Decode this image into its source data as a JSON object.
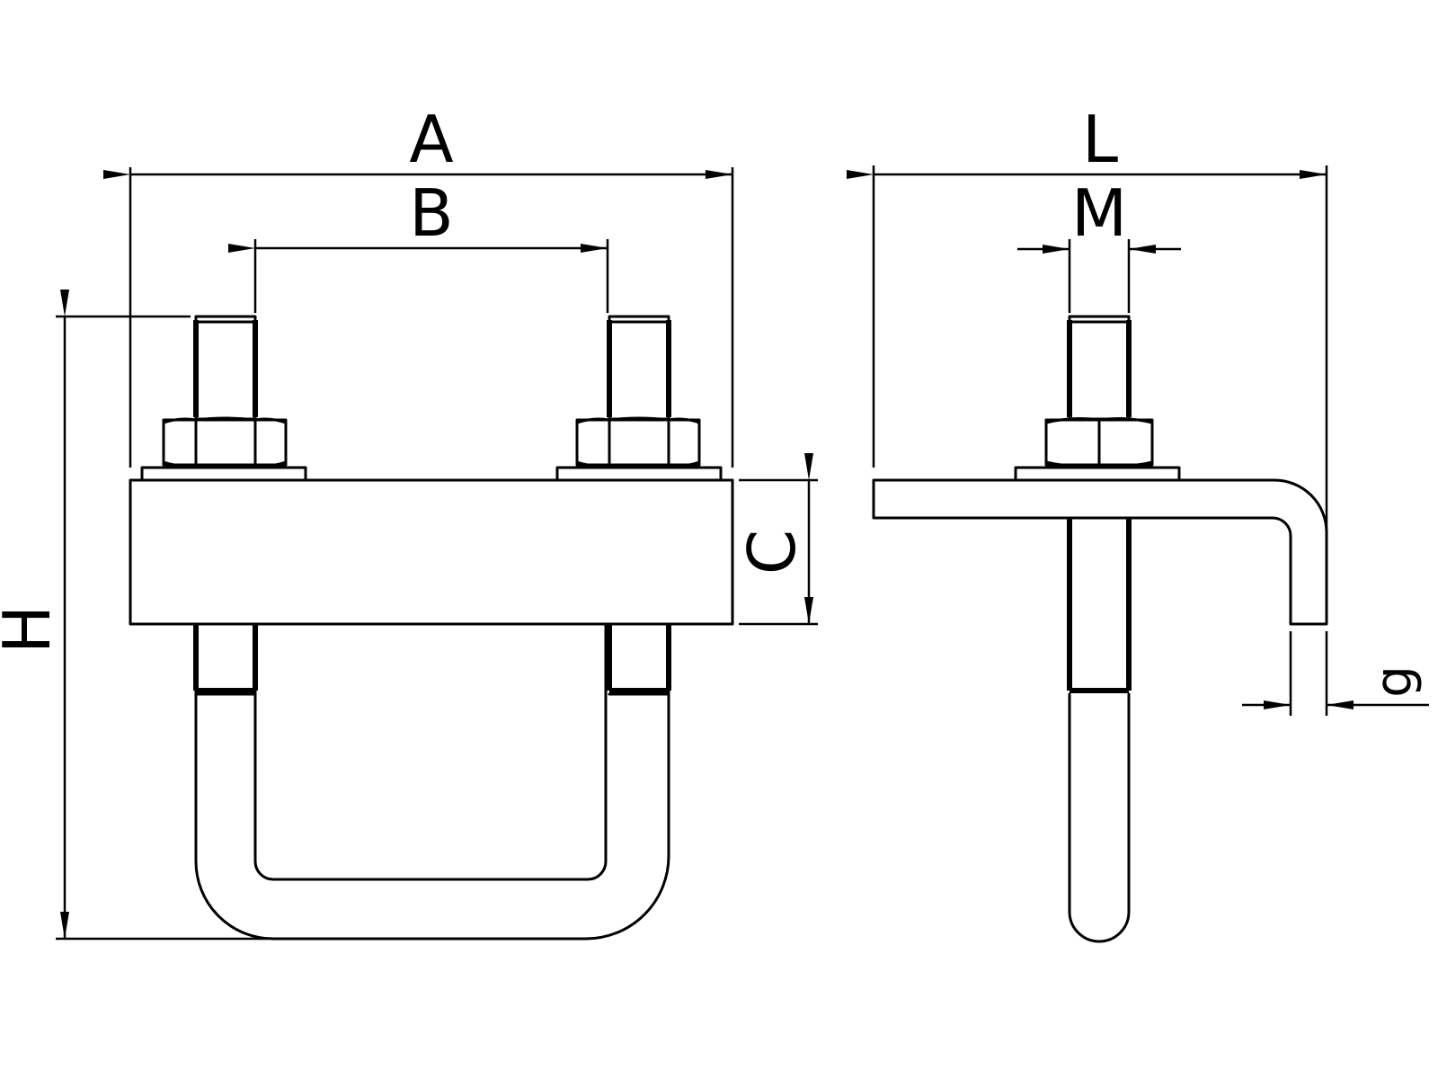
{
  "labels": {
    "A": "A",
    "B": "B",
    "C": "C",
    "H": "H",
    "L": "L",
    "M": "M",
    "g": "g"
  }
}
